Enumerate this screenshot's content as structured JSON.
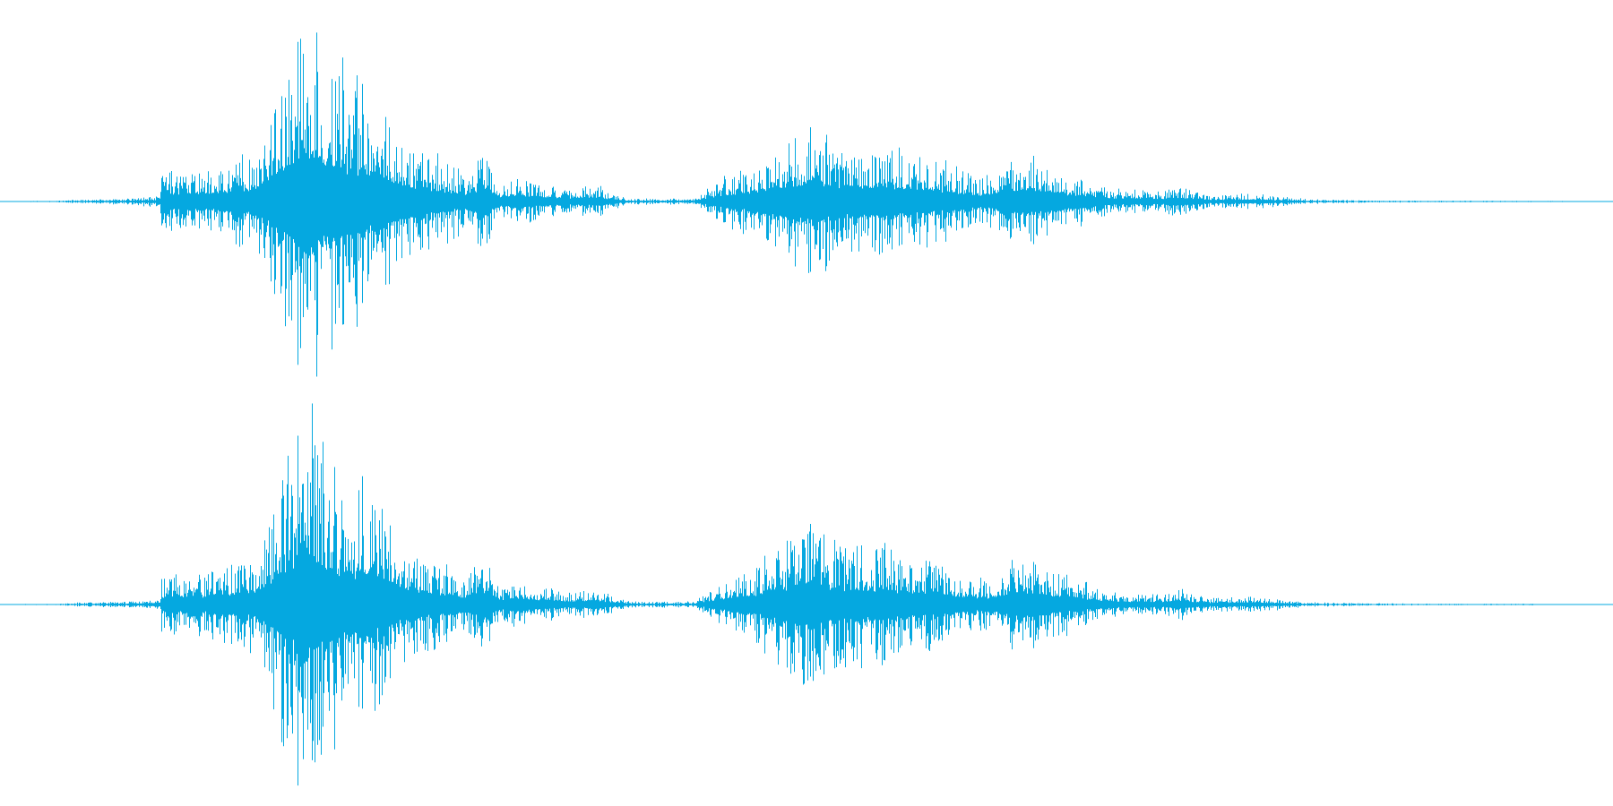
{
  "waveform": {
    "color": "#05a8e0",
    "background": "#ffffff",
    "channels": [
      {
        "name": "",
        "envelope": [
          [
            0.0,
            0.002
          ],
          [
            0.035,
            0.004
          ],
          [
            0.045,
            0.01
          ],
          [
            0.08,
            0.015
          ],
          [
            0.099,
            0.03
          ],
          [
            0.1,
            0.14
          ],
          [
            0.13,
            0.16
          ],
          [
            0.16,
            0.25
          ],
          [
            0.17,
            0.55
          ],
          [
            0.19,
            0.99
          ],
          [
            0.2,
            0.82
          ],
          [
            0.21,
            0.66
          ],
          [
            0.23,
            0.55
          ],
          [
            0.25,
            0.32
          ],
          [
            0.27,
            0.22
          ],
          [
            0.29,
            0.14
          ],
          [
            0.3,
            0.26
          ],
          [
            0.31,
            0.08
          ],
          [
            0.32,
            0.13
          ],
          [
            0.35,
            0.06
          ],
          [
            0.37,
            0.08
          ],
          [
            0.38,
            0.04
          ],
          [
            0.39,
            0.015
          ],
          [
            0.43,
            0.015
          ],
          [
            0.445,
            0.1
          ],
          [
            0.48,
            0.25
          ],
          [
            0.5,
            0.4
          ],
          [
            0.52,
            0.3
          ],
          [
            0.55,
            0.28
          ],
          [
            0.58,
            0.22
          ],
          [
            0.61,
            0.12
          ],
          [
            0.635,
            0.25
          ],
          [
            0.66,
            0.15
          ],
          [
            0.69,
            0.06
          ],
          [
            0.72,
            0.05
          ],
          [
            0.73,
            0.08
          ],
          [
            0.75,
            0.03
          ],
          [
            0.775,
            0.04
          ],
          [
            0.81,
            0.012
          ],
          [
            0.85,
            0.006
          ],
          [
            0.9,
            0.004
          ],
          [
            0.975,
            0.003
          ],
          [
            0.976,
            0.0
          ]
        ]
      },
      {
        "name": "",
        "envelope": [
          [
            0.0,
            0.002
          ],
          [
            0.035,
            0.004
          ],
          [
            0.045,
            0.01
          ],
          [
            0.08,
            0.015
          ],
          [
            0.099,
            0.03
          ],
          [
            0.1,
            0.14
          ],
          [
            0.13,
            0.16
          ],
          [
            0.16,
            0.25
          ],
          [
            0.17,
            0.55
          ],
          [
            0.19,
            0.99
          ],
          [
            0.2,
            0.82
          ],
          [
            0.21,
            0.66
          ],
          [
            0.23,
            0.55
          ],
          [
            0.25,
            0.32
          ],
          [
            0.27,
            0.22
          ],
          [
            0.29,
            0.14
          ],
          [
            0.3,
            0.26
          ],
          [
            0.31,
            0.08
          ],
          [
            0.32,
            0.13
          ],
          [
            0.35,
            0.06
          ],
          [
            0.37,
            0.08
          ],
          [
            0.38,
            0.04
          ],
          [
            0.39,
            0.015
          ],
          [
            0.43,
            0.015
          ],
          [
            0.445,
            0.1
          ],
          [
            0.48,
            0.25
          ],
          [
            0.5,
            0.43
          ],
          [
            0.52,
            0.3
          ],
          [
            0.55,
            0.28
          ],
          [
            0.58,
            0.22
          ],
          [
            0.61,
            0.12
          ],
          [
            0.635,
            0.25
          ],
          [
            0.66,
            0.15
          ],
          [
            0.69,
            0.06
          ],
          [
            0.72,
            0.05
          ],
          [
            0.73,
            0.08
          ],
          [
            0.75,
            0.03
          ],
          [
            0.775,
            0.04
          ],
          [
            0.81,
            0.012
          ],
          [
            0.85,
            0.006
          ],
          [
            0.9,
            0.004
          ],
          [
            0.95,
            0.004
          ],
          [
            0.955,
            0.0
          ]
        ]
      }
    ]
  }
}
